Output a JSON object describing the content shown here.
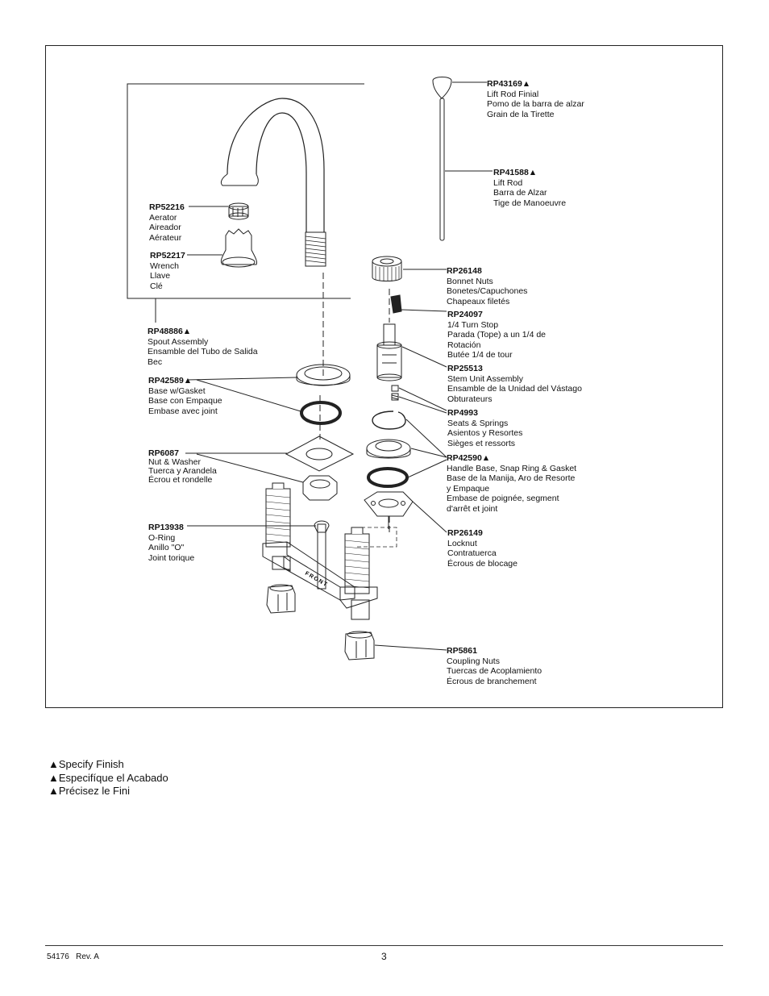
{
  "parts": [
    {
      "id": "RP43169",
      "flag": "▲",
      "lines": [
        "Lift Rod Finial",
        "Pomo de la barra de alzar",
        "Grain de la Tirette"
      ]
    },
    {
      "id": "RP41588",
      "flag": "▲",
      "lines": [
        "Lift Rod",
        "Barra de Alzar",
        "Tige de Manoeuvre"
      ]
    },
    {
      "id": "RP52216",
      "flag": "",
      "lines": [
        "Aerator",
        "Aireador",
        "Aérateur"
      ]
    },
    {
      "id": "RP52217",
      "flag": "",
      "lines": [
        "Wrench",
        "Llave",
        "Clé"
      ]
    },
    {
      "id": "RP26148",
      "flag": "",
      "lines": [
        "Bonnet Nuts",
        "Bonetes/Capuchones",
        "Chapeaux filetés"
      ]
    },
    {
      "id": "RP24097",
      "flag": "",
      "lines": [
        "1/4 Turn Stop",
        "Parada (Tope) a un 1/4 de",
        "Rotación",
        "Butée 1/4 de tour"
      ]
    },
    {
      "id": "RP48886",
      "flag": "▲",
      "lines": [
        "Spout Assembly",
        "Ensamble del Tubo de Salida",
        "Bec"
      ]
    },
    {
      "id": "RP25513",
      "flag": "",
      "lines": [
        "Stem Unit Assembly",
        "Ensamble de la Unidad del Vástago",
        "Obturateurs"
      ]
    },
    {
      "id": "RP42589",
      "flag": "▲",
      "lines": [
        "Base w/Gasket",
        "Base con Empaque",
        "Embase avec joint"
      ]
    },
    {
      "id": "RP4993",
      "flag": "",
      "lines": [
        "Seats & Springs",
        "Asientos y Resortes",
        "Sièges et ressorts"
      ]
    },
    {
      "id": "RP6087",
      "flag": "",
      "lines": [
        "Nut & Washer",
        "Tuerca y Arandela",
        "Écrou et rondelle"
      ]
    },
    {
      "id": "RP42590",
      "flag": "▲",
      "lines": [
        "Handle Base, Snap Ring & Gasket",
        "Base de la Manija, Aro de Resorte",
        "y Empaque",
        "Embase de poignée, segment",
        "d'arrêt et joint"
      ]
    },
    {
      "id": "RP13938",
      "flag": "",
      "lines": [
        "O-Ring",
        "Anillo \"O\"",
        "Joint torique"
      ]
    },
    {
      "id": "RP26149",
      "flag": "",
      "lines": [
        "Locknut",
        "Contratuerca",
        "Écrous de blocage"
      ]
    },
    {
      "id": "RP5861",
      "flag": "",
      "lines": [
        "Coupling Nuts",
        "Tuercas de Acoplamiento",
        "Écrous de branchement"
      ]
    }
  ],
  "diagram_text": {
    "front_label": "FRONT"
  },
  "notes": [
    "▲Specify Finish",
    "▲Especifíque el Acabado",
    "▲Précisez le Fini"
  ],
  "footer": {
    "doc_number": "54176   Rev. A",
    "page_number": "3"
  }
}
